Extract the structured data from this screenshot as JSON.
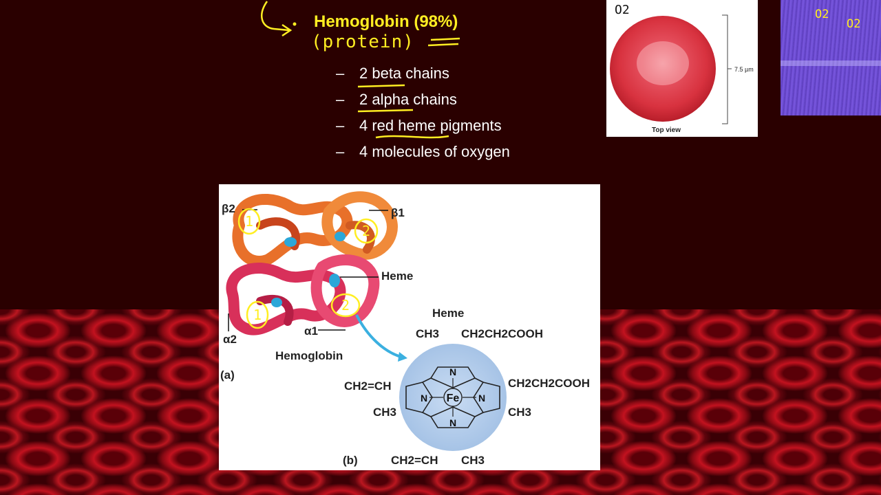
{
  "slide": {
    "heading": "Hemoglobin (98%)",
    "handwritten_note": "(protein)",
    "bullets": [
      "2 beta chains",
      "2 alpha chains",
      "4 red heme pigments",
      "4 molecules of oxygen"
    ],
    "bullet_dash": "–",
    "top_note": "O2",
    "corner_notes": [
      "O2",
      "O2"
    ]
  },
  "rbc_figure": {
    "caption": "Top view",
    "size_label": "7.5 µm"
  },
  "hemoglobin_figure": {
    "labels": {
      "beta2": "β2",
      "beta1": "β1",
      "heme_arrow": "Heme",
      "alpha2": "α2",
      "alpha1": "α1",
      "hemoglobin": "Hemoglobin",
      "part_a": "(a)",
      "heme_title": "Heme",
      "part_b": "(b)"
    },
    "molecule": {
      "top_left": "CH3",
      "top_right": "CH2CH2COOH",
      "right": "CH2CH2COOH",
      "right_lower": "CH3",
      "left": "CH2=CH",
      "left_lower": "CH3",
      "bottom_left": "CH2=CH",
      "bottom_right": "CH3",
      "center": "Fe",
      "nitrogen": "N"
    },
    "circled_numbers": [
      "1",
      "2",
      "1",
      "2"
    ]
  },
  "colors": {
    "background": "#2a0000",
    "heading": "#ffee22",
    "text": "#ffffff",
    "annotation": "#ffee22"
  }
}
